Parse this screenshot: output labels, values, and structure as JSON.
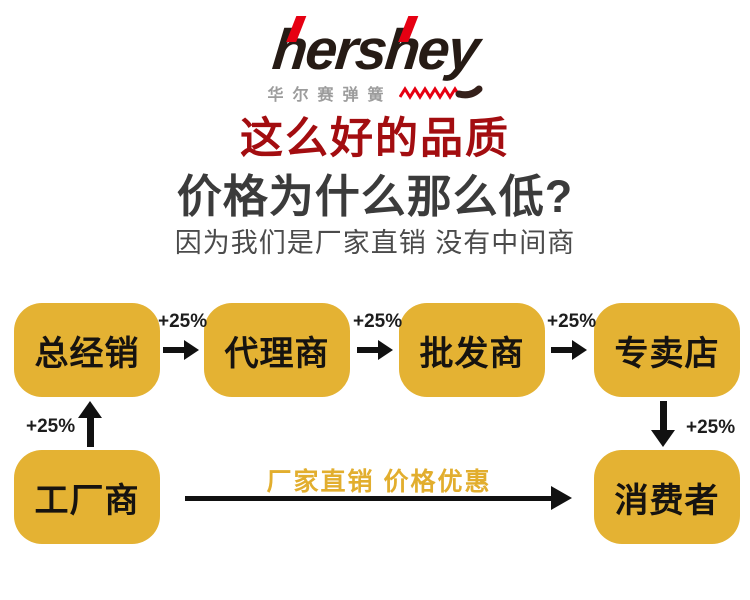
{
  "logo": {
    "brand": "hershey",
    "subtitle": "华尔赛弹簧"
  },
  "headline": {
    "line1": "这么好的品质",
    "line2": "价格为什么那么低?",
    "line3": "因为我们是厂家直销 没有中间商"
  },
  "diagram": {
    "top_row": [
      {
        "label": "总经销"
      },
      {
        "label": "代理商"
      },
      {
        "label": "批发商"
      },
      {
        "label": "专卖店"
      }
    ],
    "bottom_left": {
      "label": "工厂商"
    },
    "bottom_right": {
      "label": "消费者"
    },
    "markups": [
      "+25%",
      "+25%",
      "+25%",
      "+25%",
      "+25%"
    ],
    "direct_label": "厂家直销 价格优惠"
  },
  "colors": {
    "accent_red": "#a30d10",
    "logo_red": "#e60012",
    "node_gold": "#e4b233",
    "gold_text": "#e2ae2e",
    "dark_text": "#3b3b3b"
  }
}
